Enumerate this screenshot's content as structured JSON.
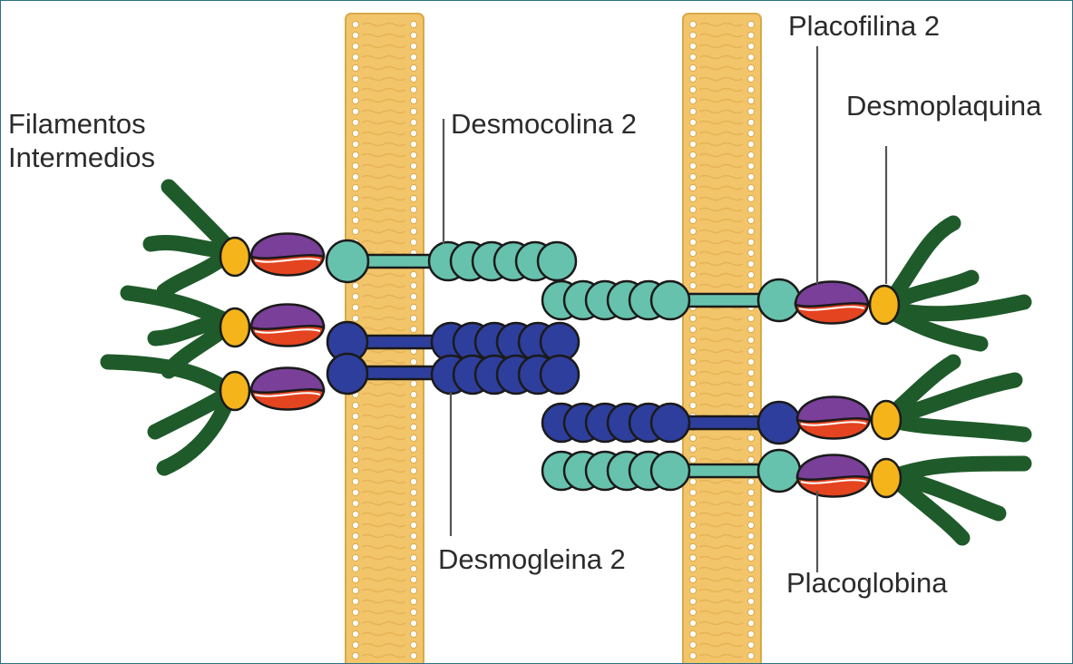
{
  "labels": {
    "intermediate_filaments": "Filamentos\nIntermedios",
    "desmocollin": "Desmocolina 2",
    "desmoglein": "Desmogleina 2",
    "plakophilin": "Placofilina 2",
    "desmoplakin": "Desmoplaquina",
    "plakoglobin": "Placoglobina"
  },
  "colors": {
    "membrane": "#f2c56a",
    "membrane_edge": "#d9a84a",
    "desmocollin": "#67c2ad",
    "desmoglein": "#2e3e9c",
    "plakophilin": "#7a3f98",
    "plakoglobin": "#e44420",
    "desmoplakin": "#f4b41a",
    "filament": "#1f5a2a",
    "outline": "#1a1a1a"
  }
}
